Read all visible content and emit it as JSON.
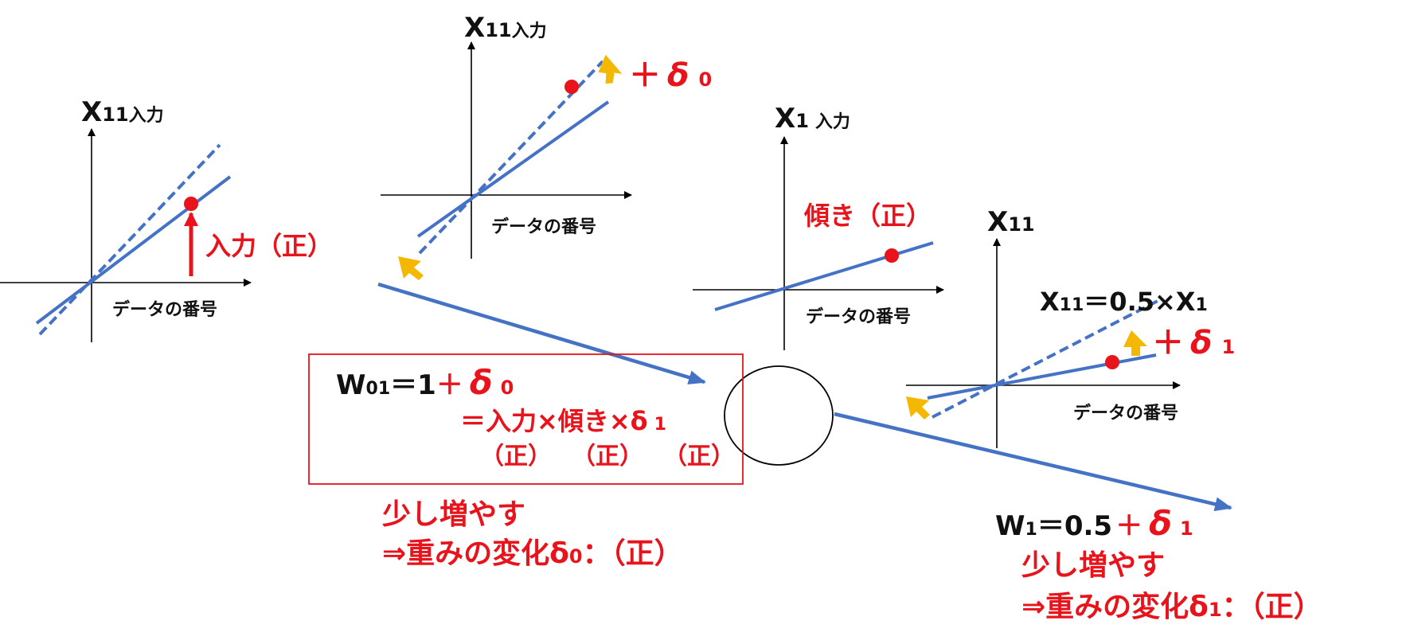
{
  "colors": {
    "line_blue": "#4472c4",
    "red": "#e8131b",
    "arrow_gold": "#f5b800",
    "axis": "#000000"
  },
  "graph1": {
    "y_label_main": "X",
    "y_label_sub": "11",
    "y_label_tail": "入力",
    "x_label": "データの番号",
    "annotation": "入力（正）"
  },
  "graph2": {
    "y_label_main": "X",
    "y_label_sub": "11",
    "y_label_tail": "入力",
    "x_label": "データの番号",
    "delta_plus": "＋",
    "delta": "δ",
    "delta_sub": "0"
  },
  "graph3": {
    "y_label_main": "X",
    "y_label_sub": "1",
    "y_label_tail": "入力",
    "x_label": "データの番号",
    "annotation": "傾き（正）"
  },
  "graph4": {
    "y_label_main": "X",
    "y_label_sub": "11",
    "x_label": "データの番号",
    "equation_lhs_main": "X",
    "equation_lhs_sub": "11",
    "equation_mid": "＝0.5×X",
    "equation_rhs_sub": "1",
    "delta_plus": "＋",
    "delta": "δ",
    "delta_sub": "1"
  },
  "formula_box": {
    "w_main": "W",
    "w_sub": "01",
    "w_value": "＝1",
    "w_plus": "＋",
    "w_delta": "δ",
    "w_delta_sub": "0",
    "line2": "＝入力×傾き×δ",
    "line2_sub": "1",
    "sign1": "（正）",
    "sign2": "（正）",
    "sign3": "（正）"
  },
  "note_w01": {
    "line1": "少し増やす",
    "line2": "⇒重みの変化δ",
    "line2_sub": "0",
    "line2_tail": "：（正）"
  },
  "w1_label": {
    "main": "W",
    "sub": "1",
    "value": "＝0.5",
    "plus": "＋",
    "delta": "δ",
    "delta_sub": "1"
  },
  "note_w1": {
    "line1": "少し増やす",
    "line2": "⇒重みの変化δ",
    "line2_sub": "1",
    "line2_tail": "：（正）"
  }
}
